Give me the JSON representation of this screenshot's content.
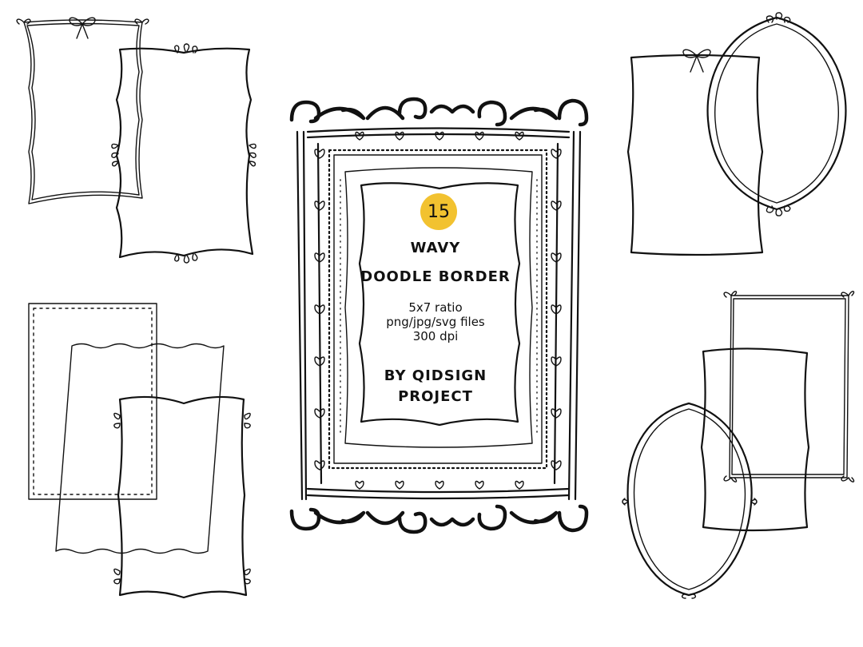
{
  "product": {
    "count": "15",
    "title_line1": "WAVY",
    "title_line2": "DOODLE BORDER",
    "ratio": "5x7 ratio",
    "formats": "png/jpg/svg files",
    "resolution": "300 dpi",
    "credit_line1": "BY QIDSIGN",
    "credit_line2": "PROJECT"
  },
  "colors": {
    "badge": "#f2c230",
    "ink": "#111111",
    "background": "#ffffff"
  }
}
